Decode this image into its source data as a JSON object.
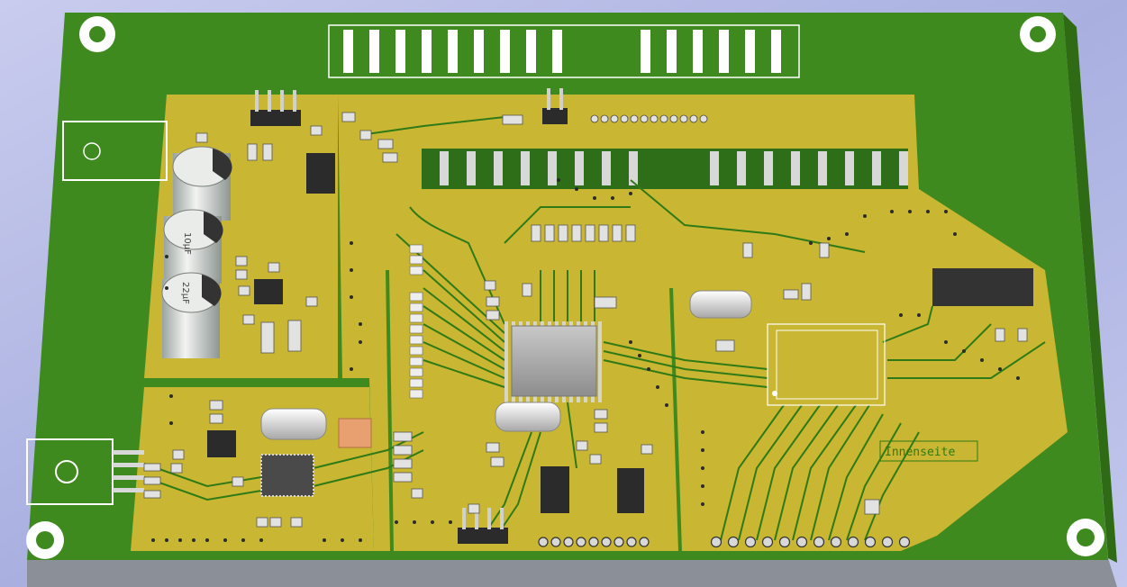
{
  "board": {
    "label_innenseite": "Innenseite",
    "cap_label_1": "10μF",
    "cap_label_2": "22μF"
  },
  "colors": {
    "background": "#b8bde8",
    "board_green": "#3f8a1e",
    "copper_yellow": "#c9b632",
    "trace_green": "#2f7a16",
    "silkscreen": "#ffffff",
    "ic_dark": "#2b2b2b",
    "pad_silver": "#d8d8d8"
  }
}
